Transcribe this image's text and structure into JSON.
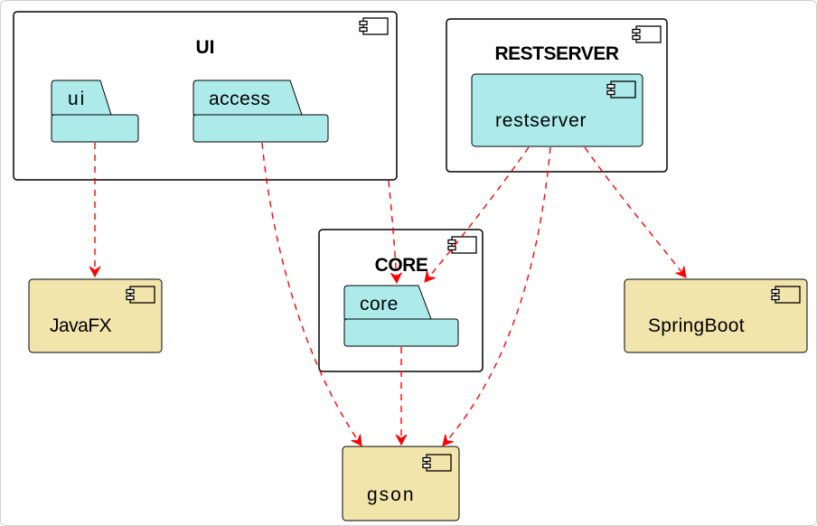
{
  "colors": {
    "package_fill": "#ADEBEB",
    "library_fill": "#F1E5AC",
    "dependency_arrow": "#FF0000",
    "border": "#000000"
  },
  "containers": {
    "ui": {
      "title": "UI",
      "icon": "component-icon"
    },
    "restserver": {
      "title": "RESTSERVER",
      "icon": "component-icon"
    },
    "core": {
      "title": "CORE",
      "icon": "component-icon"
    }
  },
  "packages": {
    "ui": {
      "label": "ui",
      "icon": "package-folder-icon"
    },
    "access": {
      "label": "access",
      "icon": "package-folder-icon"
    },
    "core": {
      "label": "core",
      "icon": "package-folder-icon"
    }
  },
  "components": {
    "restserver": {
      "label": "restserver",
      "icon": "component-icon"
    },
    "javafx": {
      "label": "JavaFX",
      "icon": "component-icon"
    },
    "springboot": {
      "label": "SpringBoot",
      "icon": "component-icon"
    },
    "gson": {
      "label": "gson",
      "icon": "component-icon"
    }
  },
  "dependencies": [
    {
      "from": "ui",
      "to": "JavaFX",
      "style": "dashed"
    },
    {
      "from": "access",
      "to": "gson",
      "style": "dashed"
    },
    {
      "from": "UI",
      "to": "core",
      "style": "dashed"
    },
    {
      "from": "restserver",
      "to": "core",
      "style": "dashed"
    },
    {
      "from": "restserver",
      "to": "gson",
      "style": "dashed"
    },
    {
      "from": "restserver",
      "to": "SpringBoot",
      "style": "dashed"
    },
    {
      "from": "core",
      "to": "gson",
      "style": "dashed"
    }
  ]
}
